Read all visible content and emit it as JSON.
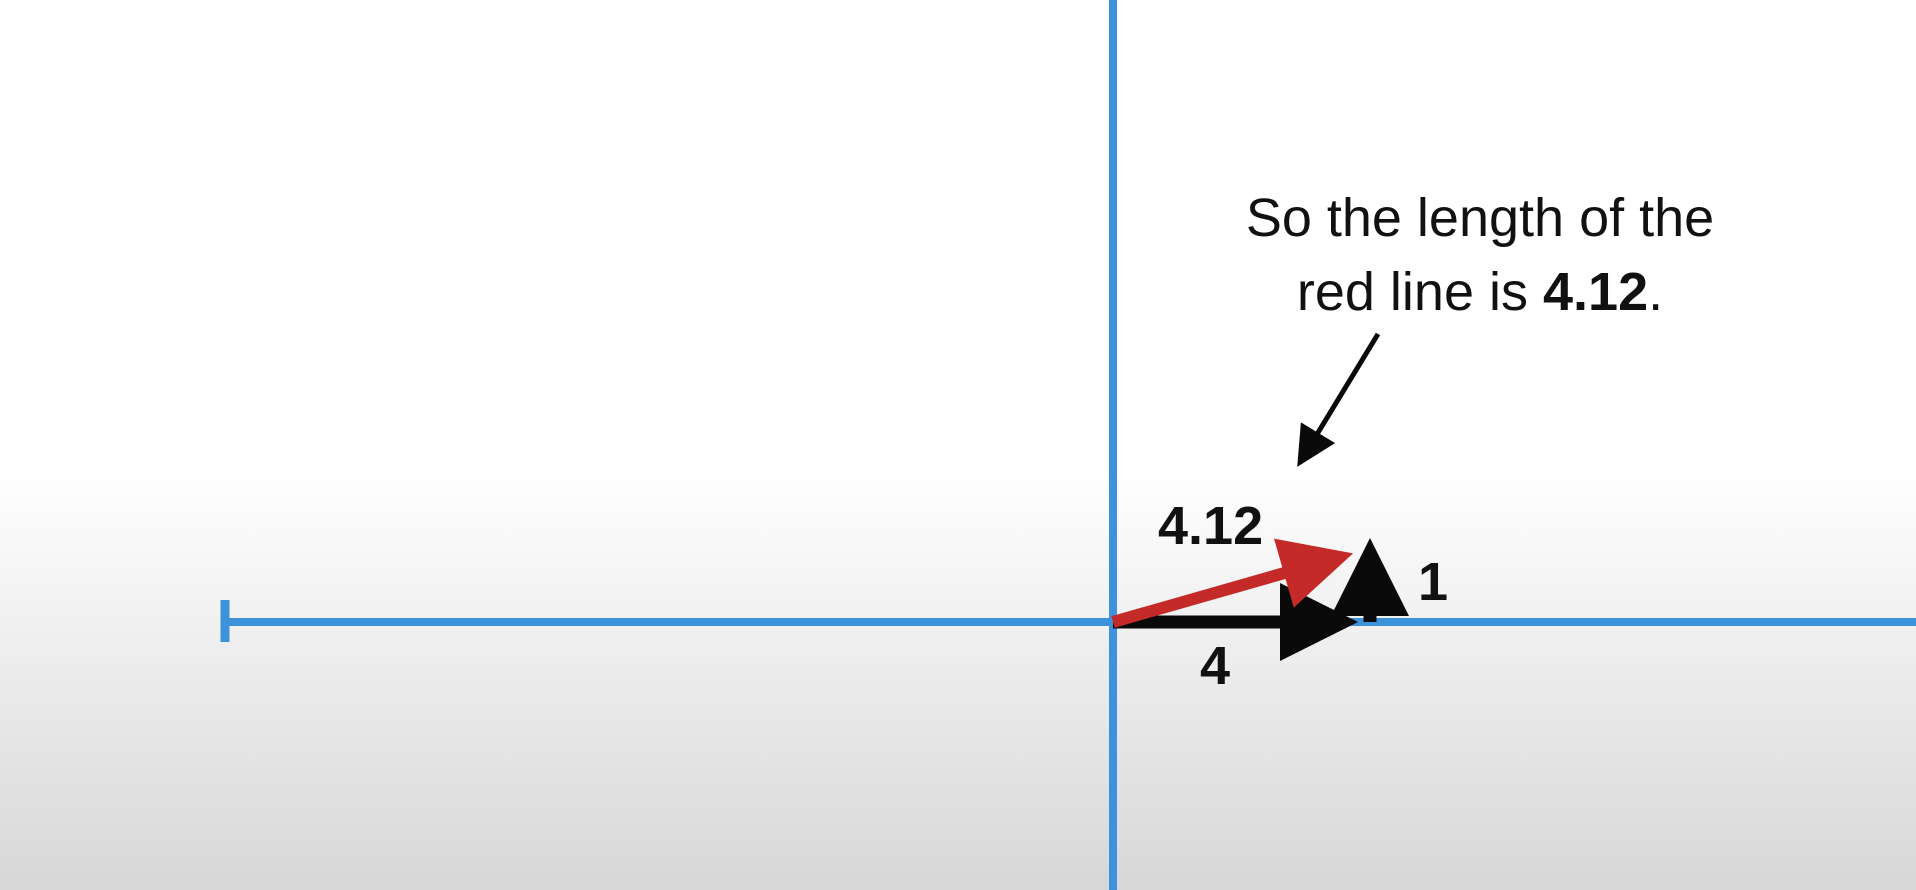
{
  "caption": {
    "line1": "So the length of the",
    "line2_prefix": "red line is ",
    "line2_bold": "4.12",
    "line2_suffix": "."
  },
  "labels": {
    "hypotenuse": "4.12",
    "horizontal": "4",
    "vertical": "1"
  },
  "vectors": {
    "horizontal_component": 4,
    "vertical_component": 1,
    "resultant_length": 4.12
  },
  "colors": {
    "axis": "#3d92dc",
    "resultant": "#c42a27",
    "components": "#0a0a0a",
    "pointer": "#0a0a0a"
  }
}
